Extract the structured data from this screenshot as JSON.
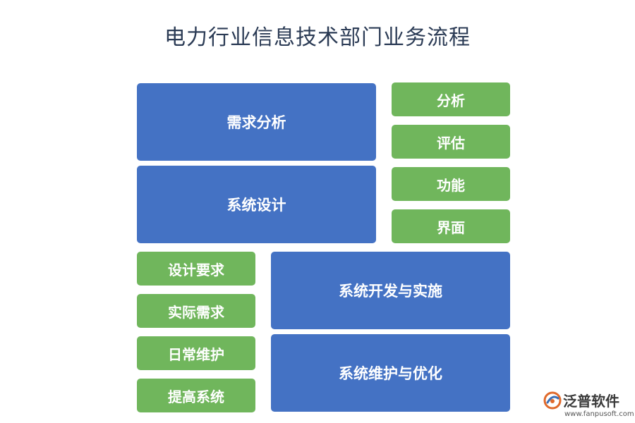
{
  "title": "电力行业信息技术部门业务流程",
  "blocks": {
    "requirements_analysis": "需求分析",
    "system_design": "系统设计",
    "analysis": "分析",
    "evaluation": "评估",
    "function": "功能",
    "interface": "界面",
    "design_requirements": "设计要求",
    "actual_needs": "实际需求",
    "daily_maintenance": "日常维护",
    "improve_system": "提高系统",
    "development_implementation": "系统开发与实施",
    "maintenance_optimization": "系统维护与优化"
  },
  "colors": {
    "blue": "#4472c4",
    "green": "#70b65c"
  },
  "logo": {
    "icon": "fanpu-logo-icon",
    "name": "泛普软件",
    "url": "www.fanpusoft.com"
  }
}
